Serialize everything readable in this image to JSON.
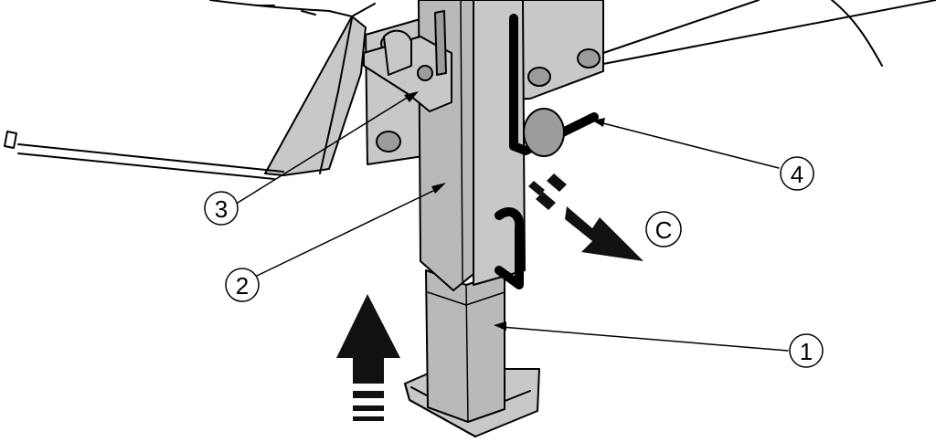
{
  "figure": {
    "callouts": [
      {
        "id": "1",
        "label": "1"
      },
      {
        "id": "2",
        "label": "2"
      },
      {
        "id": "3",
        "label": "3"
      },
      {
        "id": "4",
        "label": "4"
      },
      {
        "id": "c",
        "label": "C"
      }
    ],
    "arrow_directions": {
      "lift_arrow": "up",
      "direction_c_arrow": "down-right"
    },
    "colors": {
      "metal": "#b9b9b9",
      "outline": "#000000",
      "arrow": "#111111"
    }
  }
}
